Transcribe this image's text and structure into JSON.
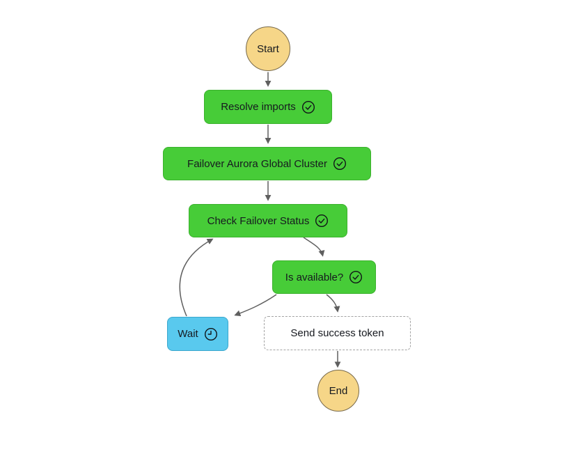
{
  "workflow": {
    "name": "state-machine-graph",
    "arrow_color": "#5f5f5f",
    "colors": {
      "succeeded_fill": "#47cc38",
      "succeeded_border": "#3bb12d",
      "wait_fill": "#59c9ee",
      "wait_border": "#3ba7cd",
      "terminal_fill": "#f6d688",
      "terminal_border": "#77694a",
      "pending_fill": "#ffffff",
      "pending_border": "#a3a3a3",
      "text": "#16191f"
    },
    "nodes": {
      "start": {
        "label": "Start",
        "type": "terminal"
      },
      "resolve_imports": {
        "label": "Resolve imports",
        "status": "succeeded",
        "icon": "check-circle-icon"
      },
      "failover_cluster": {
        "label": "Failover Aurora Global Cluster",
        "status": "succeeded",
        "icon": "check-circle-icon"
      },
      "check_status": {
        "label": "Check Failover Status",
        "status": "succeeded",
        "icon": "check-circle-icon"
      },
      "is_available": {
        "label": "Is available?",
        "status": "succeeded",
        "icon": "check-circle-icon"
      },
      "wait": {
        "label": "Wait",
        "status": "wait",
        "icon": "clock-icon"
      },
      "send_success_token": {
        "label": "Send success token",
        "status": "not-started"
      },
      "end": {
        "label": "End",
        "type": "terminal"
      }
    },
    "edges": [
      {
        "from": "Start",
        "to": "Resolve imports"
      },
      {
        "from": "Resolve imports",
        "to": "Failover Aurora Global Cluster"
      },
      {
        "from": "Failover Aurora Global Cluster",
        "to": "Check Failover Status"
      },
      {
        "from": "Check Failover Status",
        "to": "Is available?"
      },
      {
        "from": "Is available?",
        "to": "Wait"
      },
      {
        "from": "Is available?",
        "to": "Send success token"
      },
      {
        "from": "Wait",
        "to": "Check Failover Status"
      },
      {
        "from": "Send success token",
        "to": "End"
      }
    ]
  }
}
